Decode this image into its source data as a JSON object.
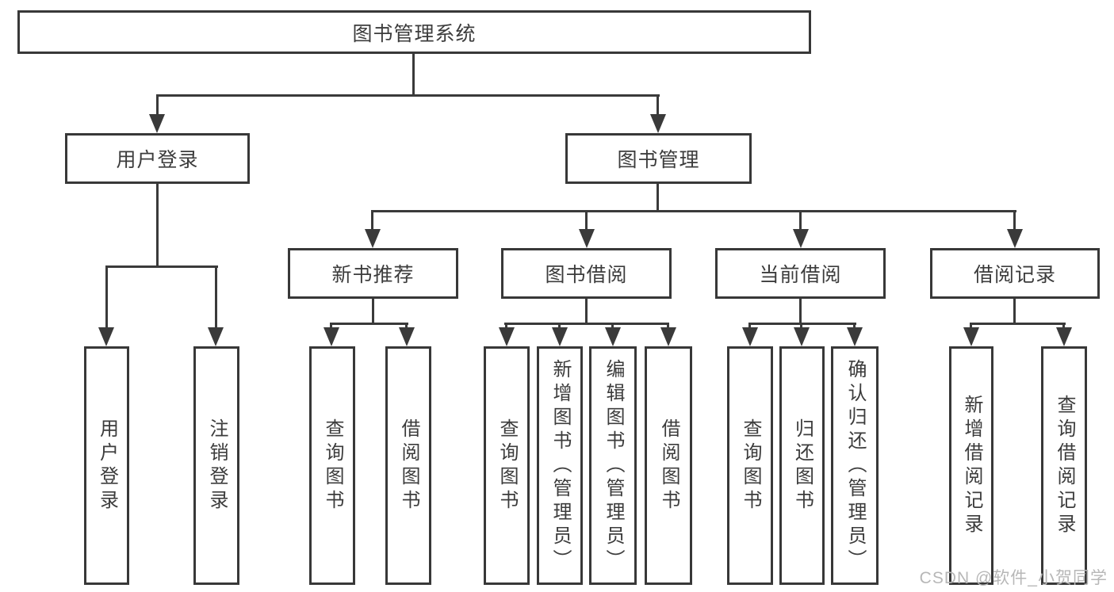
{
  "watermark": "CSDN @软件_小贺同学",
  "colors": {
    "line": "#3a3a3a",
    "box_border": "#383838",
    "box_background": "#ffffff",
    "watermark": "#b7b7b7"
  },
  "tree": {
    "label": "图书管理系统",
    "children": [
      {
        "label": "用户登录",
        "children": [
          {
            "label": "用户登录"
          },
          {
            "label": "注销登录"
          }
        ]
      },
      {
        "label": "图书管理",
        "children": [
          {
            "label": "新书推荐",
            "children": [
              {
                "label": "查询图书"
              },
              {
                "label": "借阅图书"
              }
            ]
          },
          {
            "label": "图书借阅",
            "children": [
              {
                "label": "查询图书"
              },
              {
                "label": "新增图书（管理员）"
              },
              {
                "label": "编辑图书（管理员）"
              },
              {
                "label": "借阅图书"
              }
            ]
          },
          {
            "label": "当前借阅",
            "children": [
              {
                "label": "查询图书"
              },
              {
                "label": "归还图书"
              },
              {
                "label": "确认归还（管理员）"
              }
            ]
          },
          {
            "label": "借阅记录",
            "children": [
              {
                "label": "新增借阅记录"
              },
              {
                "label": "查询借阅记录"
              }
            ]
          }
        ]
      }
    ]
  }
}
